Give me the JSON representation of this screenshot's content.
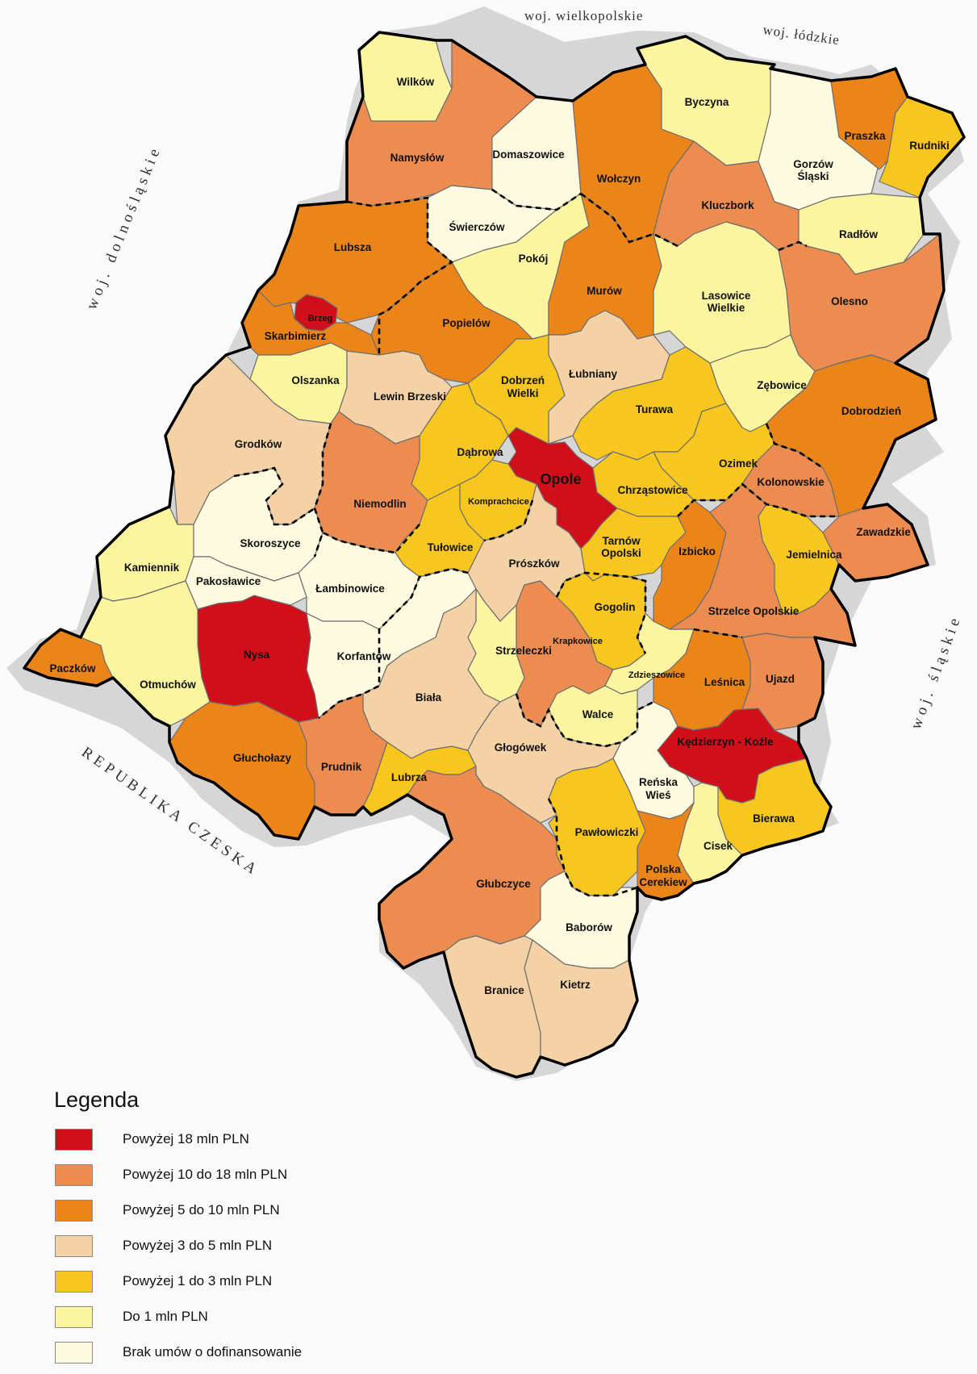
{
  "neighbors": {
    "wielkopolskie": "woj.  wielkopolskie",
    "lodzkie": "woj.  łódzkie",
    "dolnoslaskie": "woj. dolnośląskie",
    "slaskie": "woj. śląskie",
    "czechy": "REPUBLIKA CZESKA"
  },
  "legend": {
    "title": "Legenda",
    "items": [
      {
        "label": "Powyżej 18 mln PLN",
        "color": "#d10f1a"
      },
      {
        "label": "Powyżej 10 do 18 mln PLN",
        "color": "#ec8c50"
      },
      {
        "label": "Powyżej 5 do 10 mln PLN",
        "color": "#ec8519"
      },
      {
        "label": "Powyżej  3 do 5 mln PLN",
        "color": "#f5d2a6"
      },
      {
        "label": "Powyżej 1 do 3 mln PLN",
        "color": "#f7c61f"
      },
      {
        "label": "Do 1  mln PLN",
        "color": "#faf59e"
      },
      {
        "label": "Brak umów o dofinansowanie",
        "color": "#fefae0"
      }
    ]
  },
  "map": {
    "regions": {
      "wilkow": "Wilków",
      "namyslow": "Namysłów",
      "domaszowice": "Domaszowice",
      "wolczyn": "Wołczyn",
      "byczyna": "Byczyna",
      "gorzow1": "Gorzów",
      "gorzow2": "Śląski",
      "praszka": "Praszka",
      "rudniki": "Rudniki",
      "kluczbork": "Kluczbork",
      "radlow": "Radłów",
      "swierczow": "Świerczów",
      "lubsza": "Lubsza",
      "pokoj": "Pokój",
      "murow": "Murów",
      "lasowice1": "Lasowice",
      "lasowice2": "Wielkie",
      "olesno": "Olesno",
      "brzeg": "Brzeg",
      "skarbimierz": "Skarbimierz",
      "popielow": "Popielów",
      "lubniany": "Łubniany",
      "olszanka": "Olszanka",
      "lewin": "Lewin Brzeski",
      "dobrzen1": "Dobrzeń",
      "dobrzen2": "Wielki",
      "turawa": "Turawa",
      "zebowice": "Zębowice",
      "dobrodzien": "Dobrodzień",
      "grodkow": "Grodków",
      "dabrowa": "Dąbrowa",
      "opole": "Opole",
      "ozimek": "Ozimek",
      "kolonowskie": "Kolonowskie",
      "niemodlin": "Niemodlin",
      "komprachcice": "Komprachcice",
      "chrzastowice": "Chrząstowice",
      "skoroszyce": "Skoroszyce",
      "tulowice": "Tułowice",
      "tarnow1": "Tarnów",
      "tarnow2": "Opolski",
      "izbicko": "Izbicko",
      "jemielnica": "Jemielnica",
      "zawadzkie": "Zawadzkie",
      "kamiennik": "Kamiennik",
      "pakoslawice": "Pakosławice",
      "lambinowice": "Łambinowice",
      "proszkow": "Prószków",
      "gogolin": "Gogolin",
      "strzelce": "Strzelce Opolskie",
      "krapkowice": "Krapkowice",
      "paczkow": "Paczków",
      "nysa": "Nysa",
      "korfantow": "Korfantów",
      "strzeleczki": "Strzeleczki",
      "zdzieszowice": "Zdzieszowice",
      "lesnica": "Leśnica",
      "ujazd": "Ujazd",
      "otmuchow": "Otmuchów",
      "biala": "Biała",
      "walce": "Walce",
      "kedzierzyn": "Kędzierzyn - Koźle",
      "glucholazy": "Głuchołazy",
      "prudnik": "Prudnik",
      "lubrza": "Lubrza",
      "glogowek": "Głogówek",
      "renska1": "Reńska",
      "renska2": "Wieś",
      "bierawa": "Bierawa",
      "pawlowiczki": "Pawłowiczki",
      "cisek": "Cisek",
      "polska1": "Polska",
      "polska2": "Cerekiew",
      "glubczyce": "Głubczyce",
      "baborow": "Baborów",
      "branice": "Branice",
      "kietrz": "Kietrz"
    }
  }
}
